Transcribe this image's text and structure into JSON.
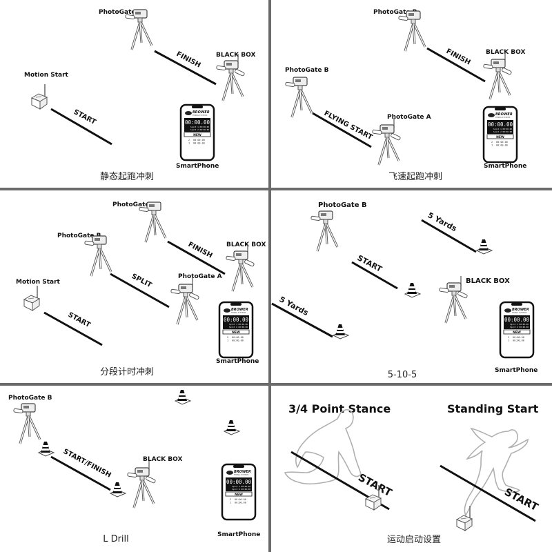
{
  "panels": [
    {
      "id": "static-start-sprint",
      "caption": "静态起跑冲刺",
      "devices": {
        "photogate_b": "PhotoGate B",
        "black_box": "BLACK BOX",
        "motion_start": "Motion Start",
        "smartphone": "SmartPhone"
      },
      "lines": {
        "finish": "FINISH",
        "start": "START"
      }
    },
    {
      "id": "flying-start-sprint",
      "caption": "飞速起跑冲刺",
      "devices": {
        "photogate_b_top": "PhotoGate B",
        "photogate_b_left": "PhotoGate B",
        "photogate_a": "PhotoGate A",
        "black_box": "BLACK BOX",
        "smartphone": "SmartPhone"
      },
      "lines": {
        "finish": "FINISH",
        "flying_start": "FLYING START"
      }
    },
    {
      "id": "split-timing-sprint",
      "caption": "分段计时冲刺",
      "devices": {
        "photogate_b_top": "PhotoGate B",
        "photogate_b_mid": "PhotoGate B",
        "photogate_a": "PhotoGate A",
        "black_box": "BLACK BOX",
        "motion_start": "Motion Start",
        "smartphone": "SmartPhone"
      },
      "lines": {
        "finish": "FINISH",
        "split": "SPLIT",
        "start": "START"
      }
    },
    {
      "id": "five-ten-five",
      "caption": "5-10-5",
      "devices": {
        "photogate_b": "PhotoGate B",
        "black_box": "BLACK BOX",
        "smartphone": "SmartPhone"
      },
      "lines": {
        "yards_top": "5 Yards",
        "start": "START",
        "yards_bottom": "5 Yards"
      }
    },
    {
      "id": "l-drill",
      "caption": "L Drill",
      "devices": {
        "photogate_b": "PhotoGate B",
        "black_box": "BLACK BOX",
        "smartphone": "SmartPhone"
      },
      "lines": {
        "start_finish": "START/FINISH"
      }
    },
    {
      "id": "motion-start-setup",
      "caption": "运动启动设置",
      "stances": {
        "left_title": "3/4 Point Stance",
        "right_title": "Standing Start",
        "left_line": "START",
        "right_line": "START"
      }
    }
  ],
  "phone_screen": {
    "brand": "BROWER",
    "brand_sub": "TIMING SYSTEMS",
    "main_time": "00:00.00",
    "split_1": "Split 1 00:00.00",
    "split_2": "Split 2 00:00.00",
    "button": "NEW",
    "rows": [
      {
        "n": "2",
        "t": "00:00.00"
      },
      {
        "n": "1",
        "t": "00:00.00"
      }
    ]
  },
  "colors": {
    "divider": "#6b6b6b",
    "ink": "#111111",
    "device_outline": "#555555",
    "figure_outline": "#b0b0b0"
  }
}
